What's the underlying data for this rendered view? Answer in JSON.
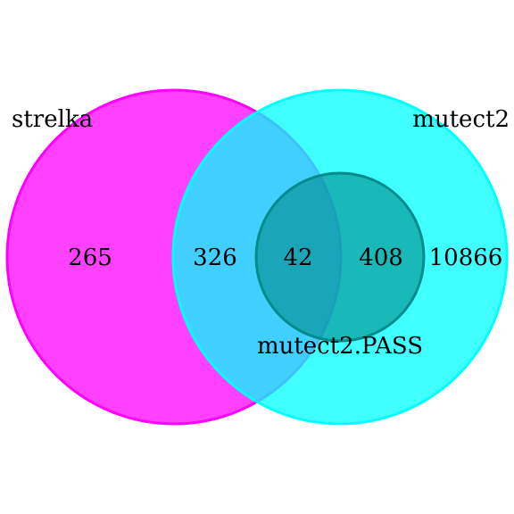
{
  "sets": [
    {
      "name": "strelka",
      "color": "#FF00FF"
    },
    {
      "name": "mutect2",
      "color": "#00FFFF"
    },
    {
      "name": "mutect2.PASS",
      "color": "#008B8B"
    }
  ],
  "regions": {
    "strelka_only": "265",
    "strelka_mutect2": "326",
    "strelka_mutect2_pass": "42",
    "mutect2_pass_only": "408",
    "mutect2_only": "10866"
  }
}
